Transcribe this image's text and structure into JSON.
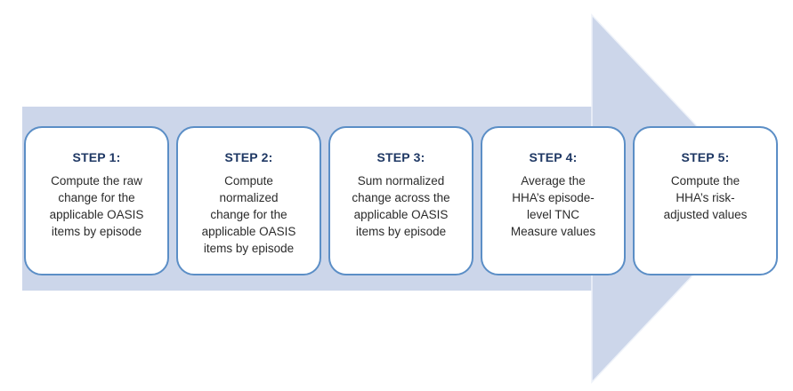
{
  "colors": {
    "arrow_fill": "#ccd6ea",
    "box_border": "#5b8ec6",
    "step_title_color": "#1f3864",
    "body_text_color": "#2b2b2b"
  },
  "steps": [
    {
      "title": "STEP 1:",
      "description": "Compute the raw\nchange for the\napplicable OASIS\nitems by episode"
    },
    {
      "title": "STEP 2:",
      "description": "Compute\nnormalized\nchange for the\napplicable OASIS\nitems by episode"
    },
    {
      "title": "STEP 3:",
      "description": "Sum normalized\nchange across the\napplicable OASIS\nitems by episode"
    },
    {
      "title": "STEP 4:",
      "description": "Average the\nHHA’s episode-\nlevel TNC\nMeasure values"
    },
    {
      "title": "STEP 5:",
      "description": "Compute the\nHHA’s risk-\nadjusted values"
    }
  ]
}
